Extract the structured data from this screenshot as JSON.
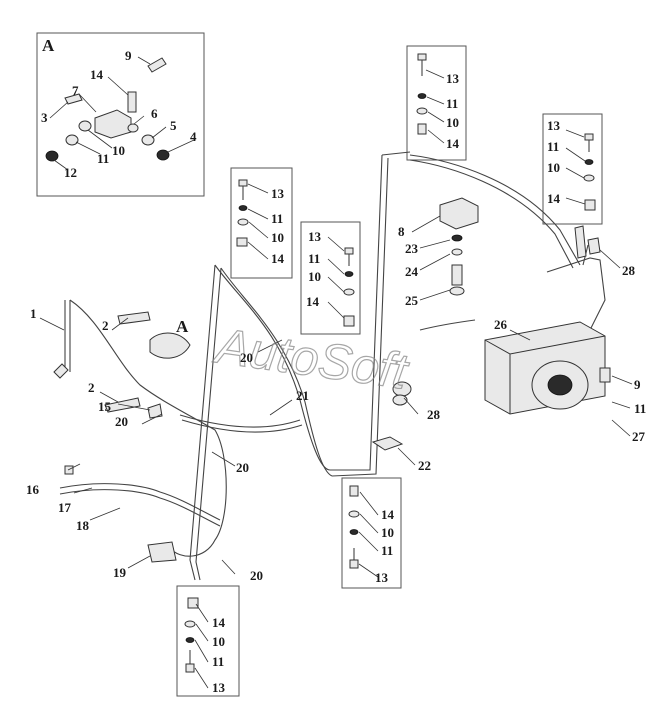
{
  "view_letter": "A",
  "watermark": "AutoSoft",
  "callouts": [
    {
      "id": "c9a",
      "text": "9"
    },
    {
      "id": "c14a",
      "text": "14"
    },
    {
      "id": "c7",
      "text": "7"
    },
    {
      "id": "c3",
      "text": "3"
    },
    {
      "id": "c6",
      "text": "6"
    },
    {
      "id": "c5",
      "text": "5"
    },
    {
      "id": "c4",
      "text": "4"
    },
    {
      "id": "c10a",
      "text": "10"
    },
    {
      "id": "c11a",
      "text": "11"
    },
    {
      "id": "c12",
      "text": "12"
    },
    {
      "id": "c13b",
      "text": "13"
    },
    {
      "id": "c11b",
      "text": "11"
    },
    {
      "id": "c10b",
      "text": "10"
    },
    {
      "id": "c14b",
      "text": "14"
    },
    {
      "id": "c13c",
      "text": "13"
    },
    {
      "id": "c11c",
      "text": "11"
    },
    {
      "id": "c10c",
      "text": "10"
    },
    {
      "id": "c14c",
      "text": "14"
    },
    {
      "id": "c13d",
      "text": "13"
    },
    {
      "id": "c11d",
      "text": "11"
    },
    {
      "id": "c10d",
      "text": "10"
    },
    {
      "id": "c14d",
      "text": "14"
    },
    {
      "id": "c13e",
      "text": "13"
    },
    {
      "id": "c11e",
      "text": "11"
    },
    {
      "id": "c10e",
      "text": "10"
    },
    {
      "id": "c14e",
      "text": "14"
    },
    {
      "id": "c8",
      "text": "8"
    },
    {
      "id": "c23",
      "text": "23"
    },
    {
      "id": "c24",
      "text": "24"
    },
    {
      "id": "c25",
      "text": "25"
    },
    {
      "id": "c28a",
      "text": "28"
    },
    {
      "id": "c26",
      "text": "26"
    },
    {
      "id": "c9b",
      "text": "9"
    },
    {
      "id": "c11f",
      "text": "11"
    },
    {
      "id": "c27",
      "text": "27"
    },
    {
      "id": "c28b",
      "text": "28"
    },
    {
      "id": "c1",
      "text": "1"
    },
    {
      "id": "c2a",
      "text": "2"
    },
    {
      "id": "cA2",
      "text": "A"
    },
    {
      "id": "c20a",
      "text": "20"
    },
    {
      "id": "c21",
      "text": "21"
    },
    {
      "id": "c2b",
      "text": "2"
    },
    {
      "id": "c15",
      "text": "15"
    },
    {
      "id": "c20b",
      "text": "20"
    },
    {
      "id": "c20c",
      "text": "20"
    },
    {
      "id": "c22",
      "text": "22"
    },
    {
      "id": "c16",
      "text": "16"
    },
    {
      "id": "c17",
      "text": "17"
    },
    {
      "id": "c18",
      "text": "18"
    },
    {
      "id": "c19",
      "text": "19"
    },
    {
      "id": "c20d",
      "text": "20"
    },
    {
      "id": "c14f",
      "text": "14"
    },
    {
      "id": "c10f",
      "text": "10"
    },
    {
      "id": "c11g",
      "text": "11"
    },
    {
      "id": "c13f",
      "text": "13"
    },
    {
      "id": "c14g",
      "text": "14"
    },
    {
      "id": "c10g",
      "text": "10"
    },
    {
      "id": "c11h",
      "text": "11"
    },
    {
      "id": "c13g",
      "text": "13"
    }
  ]
}
